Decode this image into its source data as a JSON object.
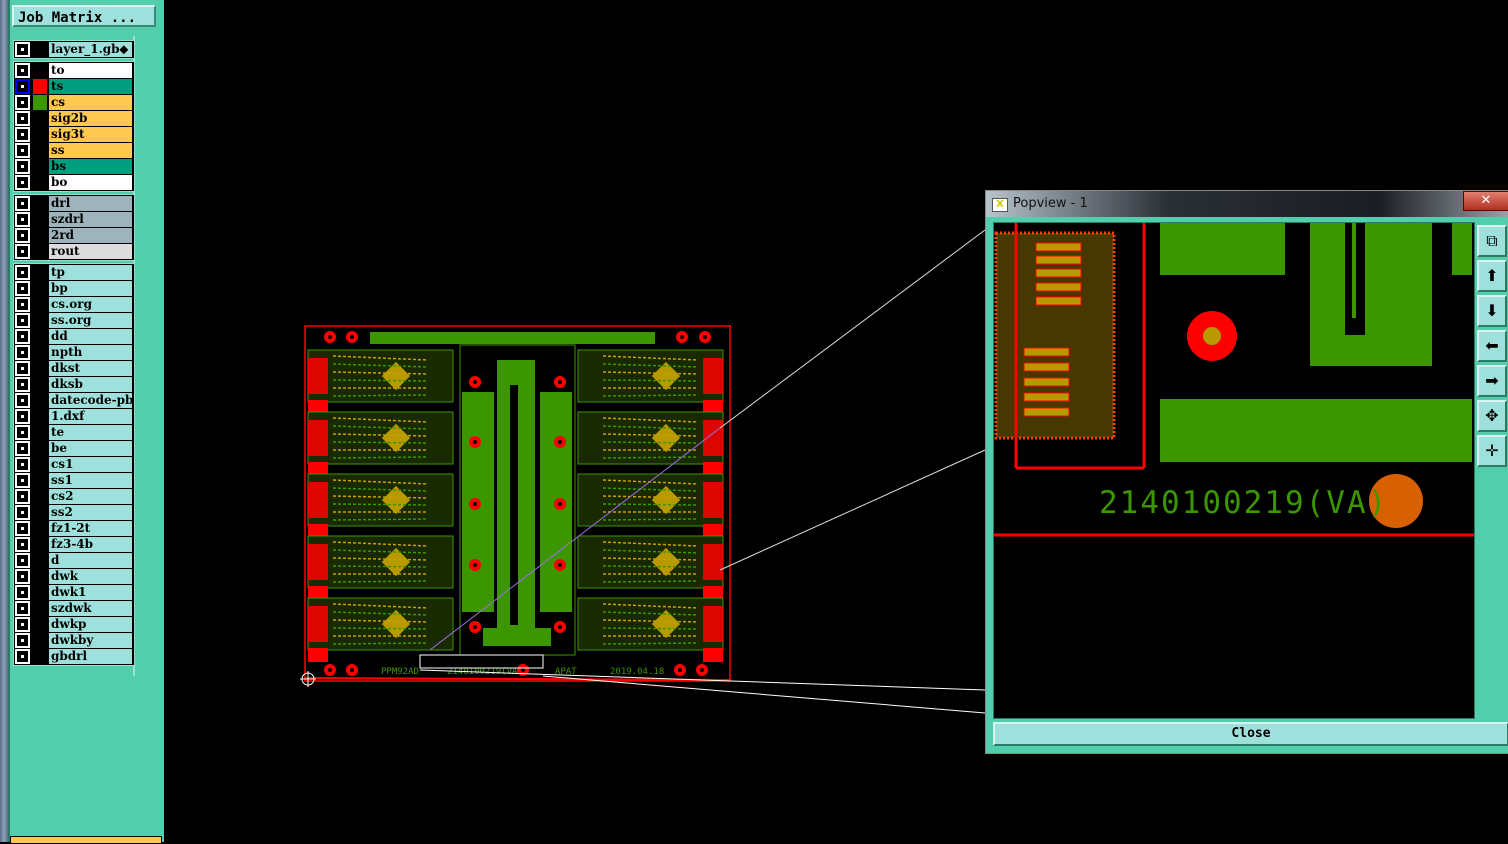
{
  "job_matrix_label": "Job Matrix ...",
  "header_layer": "layer_1.gb⬥",
  "groups": [
    [
      {
        "name": "to",
        "color": "#ffffff"
      },
      {
        "name": "ts",
        "color": "#009e7e",
        "swatch": "#ff0000",
        "active": true
      },
      {
        "name": "cs",
        "color": "#ffc850",
        "swatch": "#3c9600"
      },
      {
        "name": "sig2b",
        "color": "#ffc850"
      },
      {
        "name": "sig3t",
        "color": "#ffc850"
      },
      {
        "name": "ss",
        "color": "#ffc850"
      },
      {
        "name": "bs",
        "color": "#009e7e"
      },
      {
        "name": "bo",
        "color": "#ffffff"
      }
    ],
    [
      {
        "name": "drl",
        "color": "#9db4bd"
      },
      {
        "name": "szdrl",
        "color": "#9db4bd"
      },
      {
        "name": "2rd",
        "color": "#9db4bd"
      },
      {
        "name": "rout",
        "color": "#dcdcdc"
      }
    ],
    [
      {
        "name": "tp"
      },
      {
        "name": "bp"
      },
      {
        "name": "cs.org"
      },
      {
        "name": "ss.org"
      },
      {
        "name": "dd"
      },
      {
        "name": "npth"
      },
      {
        "name": "dkst"
      },
      {
        "name": "dksb"
      },
      {
        "name": "datecode-pbe"
      },
      {
        "name": "1.dxf"
      },
      {
        "name": "te"
      },
      {
        "name": "be"
      },
      {
        "name": "cs1"
      },
      {
        "name": "ss1"
      },
      {
        "name": "cs2"
      },
      {
        "name": "ss2"
      },
      {
        "name": "fz1-2t"
      },
      {
        "name": "fz3-4b"
      },
      {
        "name": "d"
      },
      {
        "name": "dwk"
      },
      {
        "name": "dwk1"
      },
      {
        "name": "szdwk"
      },
      {
        "name": "dwkp"
      },
      {
        "name": "dwkby"
      },
      {
        "name": "gbdrl"
      }
    ]
  ],
  "board_texts": {
    "part": "PPM92AD",
    "code": "2140100219(VA",
    "mark": "APAT",
    "date": "2019.04.18"
  },
  "popview": {
    "title": "Popview - 1",
    "close_x": "✕",
    "zoom_text": "2140100219(VA)",
    "close_label": "Close",
    "toolbar": [
      "zoom-home",
      "move-up",
      "move-down",
      "move-left",
      "move-right",
      "fit",
      "center"
    ]
  }
}
